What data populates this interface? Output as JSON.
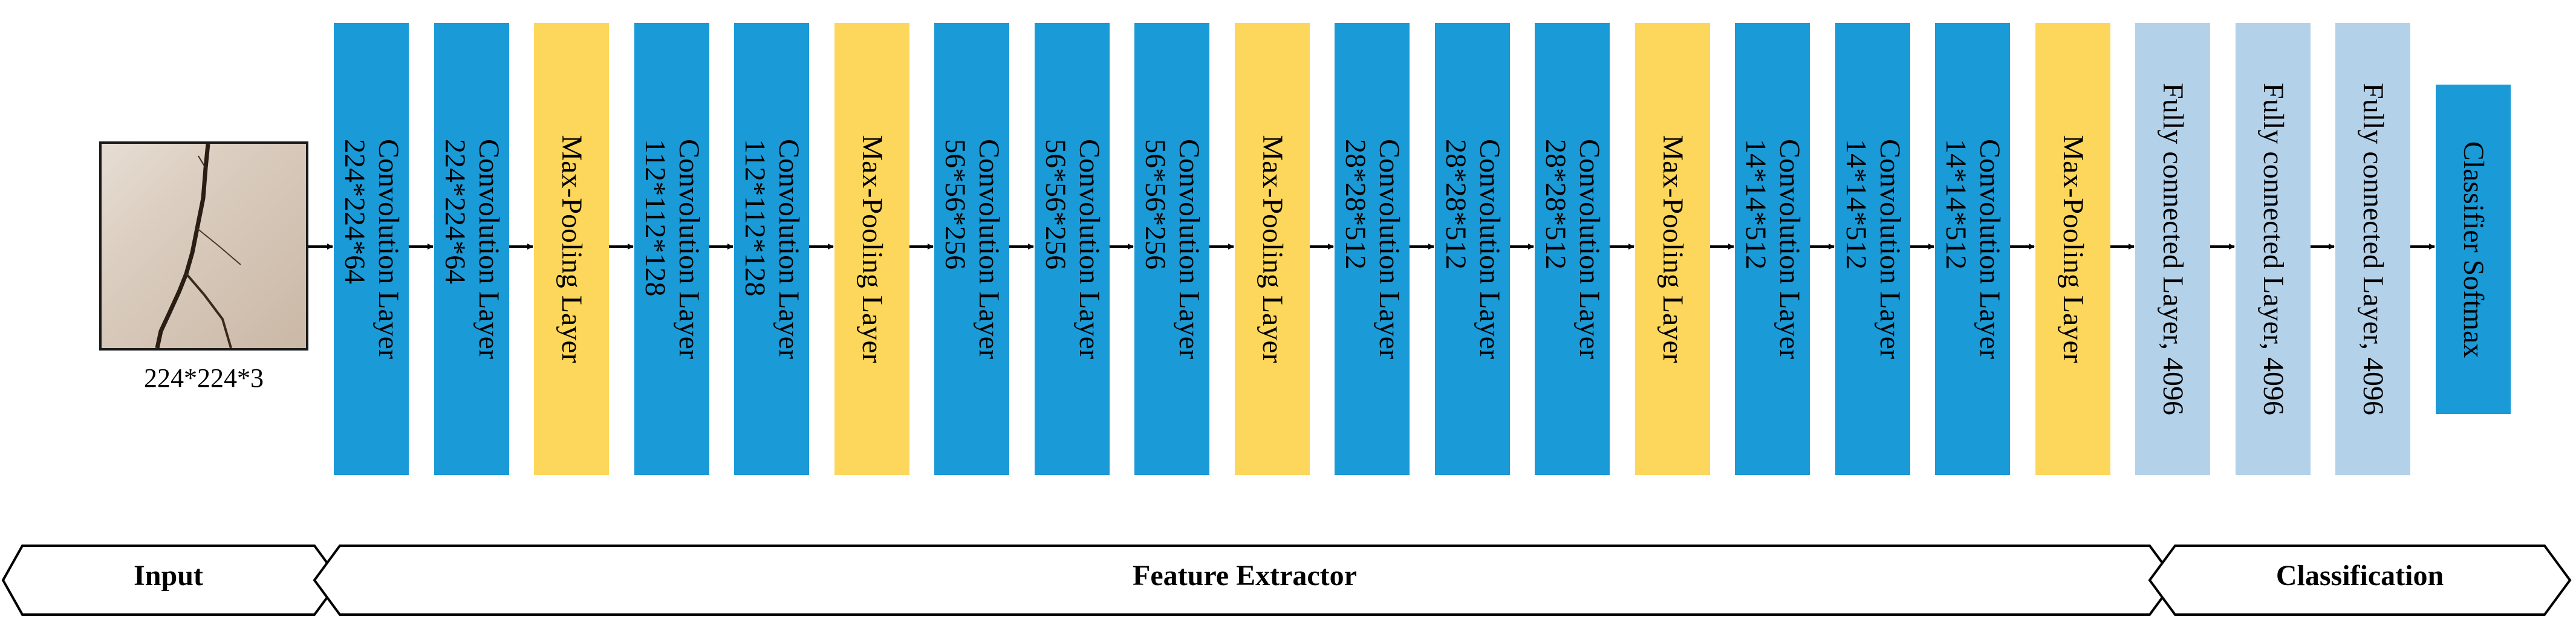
{
  "input": {
    "caption": "224*224*3"
  },
  "layers": [
    {
      "kind": "conv",
      "line1": "Convolution Layer",
      "line2": "224*224*64"
    },
    {
      "kind": "conv",
      "line1": "Convolution Layer",
      "line2": "224*224*64"
    },
    {
      "kind": "pool",
      "line1": "Max-Pooling Layer",
      "line2": ""
    },
    {
      "kind": "conv",
      "line1": "Convolution Layer",
      "line2": "112*112*128"
    },
    {
      "kind": "conv",
      "line1": "Convolution Layer",
      "line2": "112*112*128"
    },
    {
      "kind": "pool",
      "line1": "Max-Pooling Layer",
      "line2": ""
    },
    {
      "kind": "conv",
      "line1": "Convolution Layer",
      "line2": "56*56*256"
    },
    {
      "kind": "conv",
      "line1": "Convolution Layer",
      "line2": "56*56*256"
    },
    {
      "kind": "conv",
      "line1": "Convolution Layer",
      "line2": "56*56*256"
    },
    {
      "kind": "pool",
      "line1": "Max-Pooling Layer",
      "line2": ""
    },
    {
      "kind": "conv",
      "line1": "Convolution Layer",
      "line2": "28*28*512"
    },
    {
      "kind": "conv",
      "line1": "Convolution Layer",
      "line2": "28*28*512"
    },
    {
      "kind": "conv",
      "line1": "Convolution Layer",
      "line2": "28*28*512"
    },
    {
      "kind": "pool",
      "line1": "Max-Pooling Layer",
      "line2": ""
    },
    {
      "kind": "conv",
      "line1": "Convolution Layer",
      "line2": "14*14*512"
    },
    {
      "kind": "conv",
      "line1": "Convolution Layer",
      "line2": "14*14*512"
    },
    {
      "kind": "conv",
      "line1": "Convolution Layer",
      "line2": "14*14*512"
    },
    {
      "kind": "pool",
      "line1": "Max-Pooling Layer",
      "line2": ""
    },
    {
      "kind": "fc",
      "line1": "Fully connected Layer, 4096",
      "line2": ""
    },
    {
      "kind": "fc",
      "line1": "Fully connected Layer, 4096",
      "line2": ""
    },
    {
      "kind": "fc",
      "line1": "Fully connected Layer, 4096",
      "line2": ""
    },
    {
      "kind": "soft",
      "line1": "Classifier Softmax",
      "line2": ""
    }
  ],
  "bands": {
    "input": "Input",
    "feature": "Feature Extractor",
    "classification": "Classification"
  },
  "colors": {
    "conv": "#1a9ad7",
    "pool": "#fdd75b",
    "fc": "#b4d1ea",
    "softmax": "#1a9ad7"
  }
}
